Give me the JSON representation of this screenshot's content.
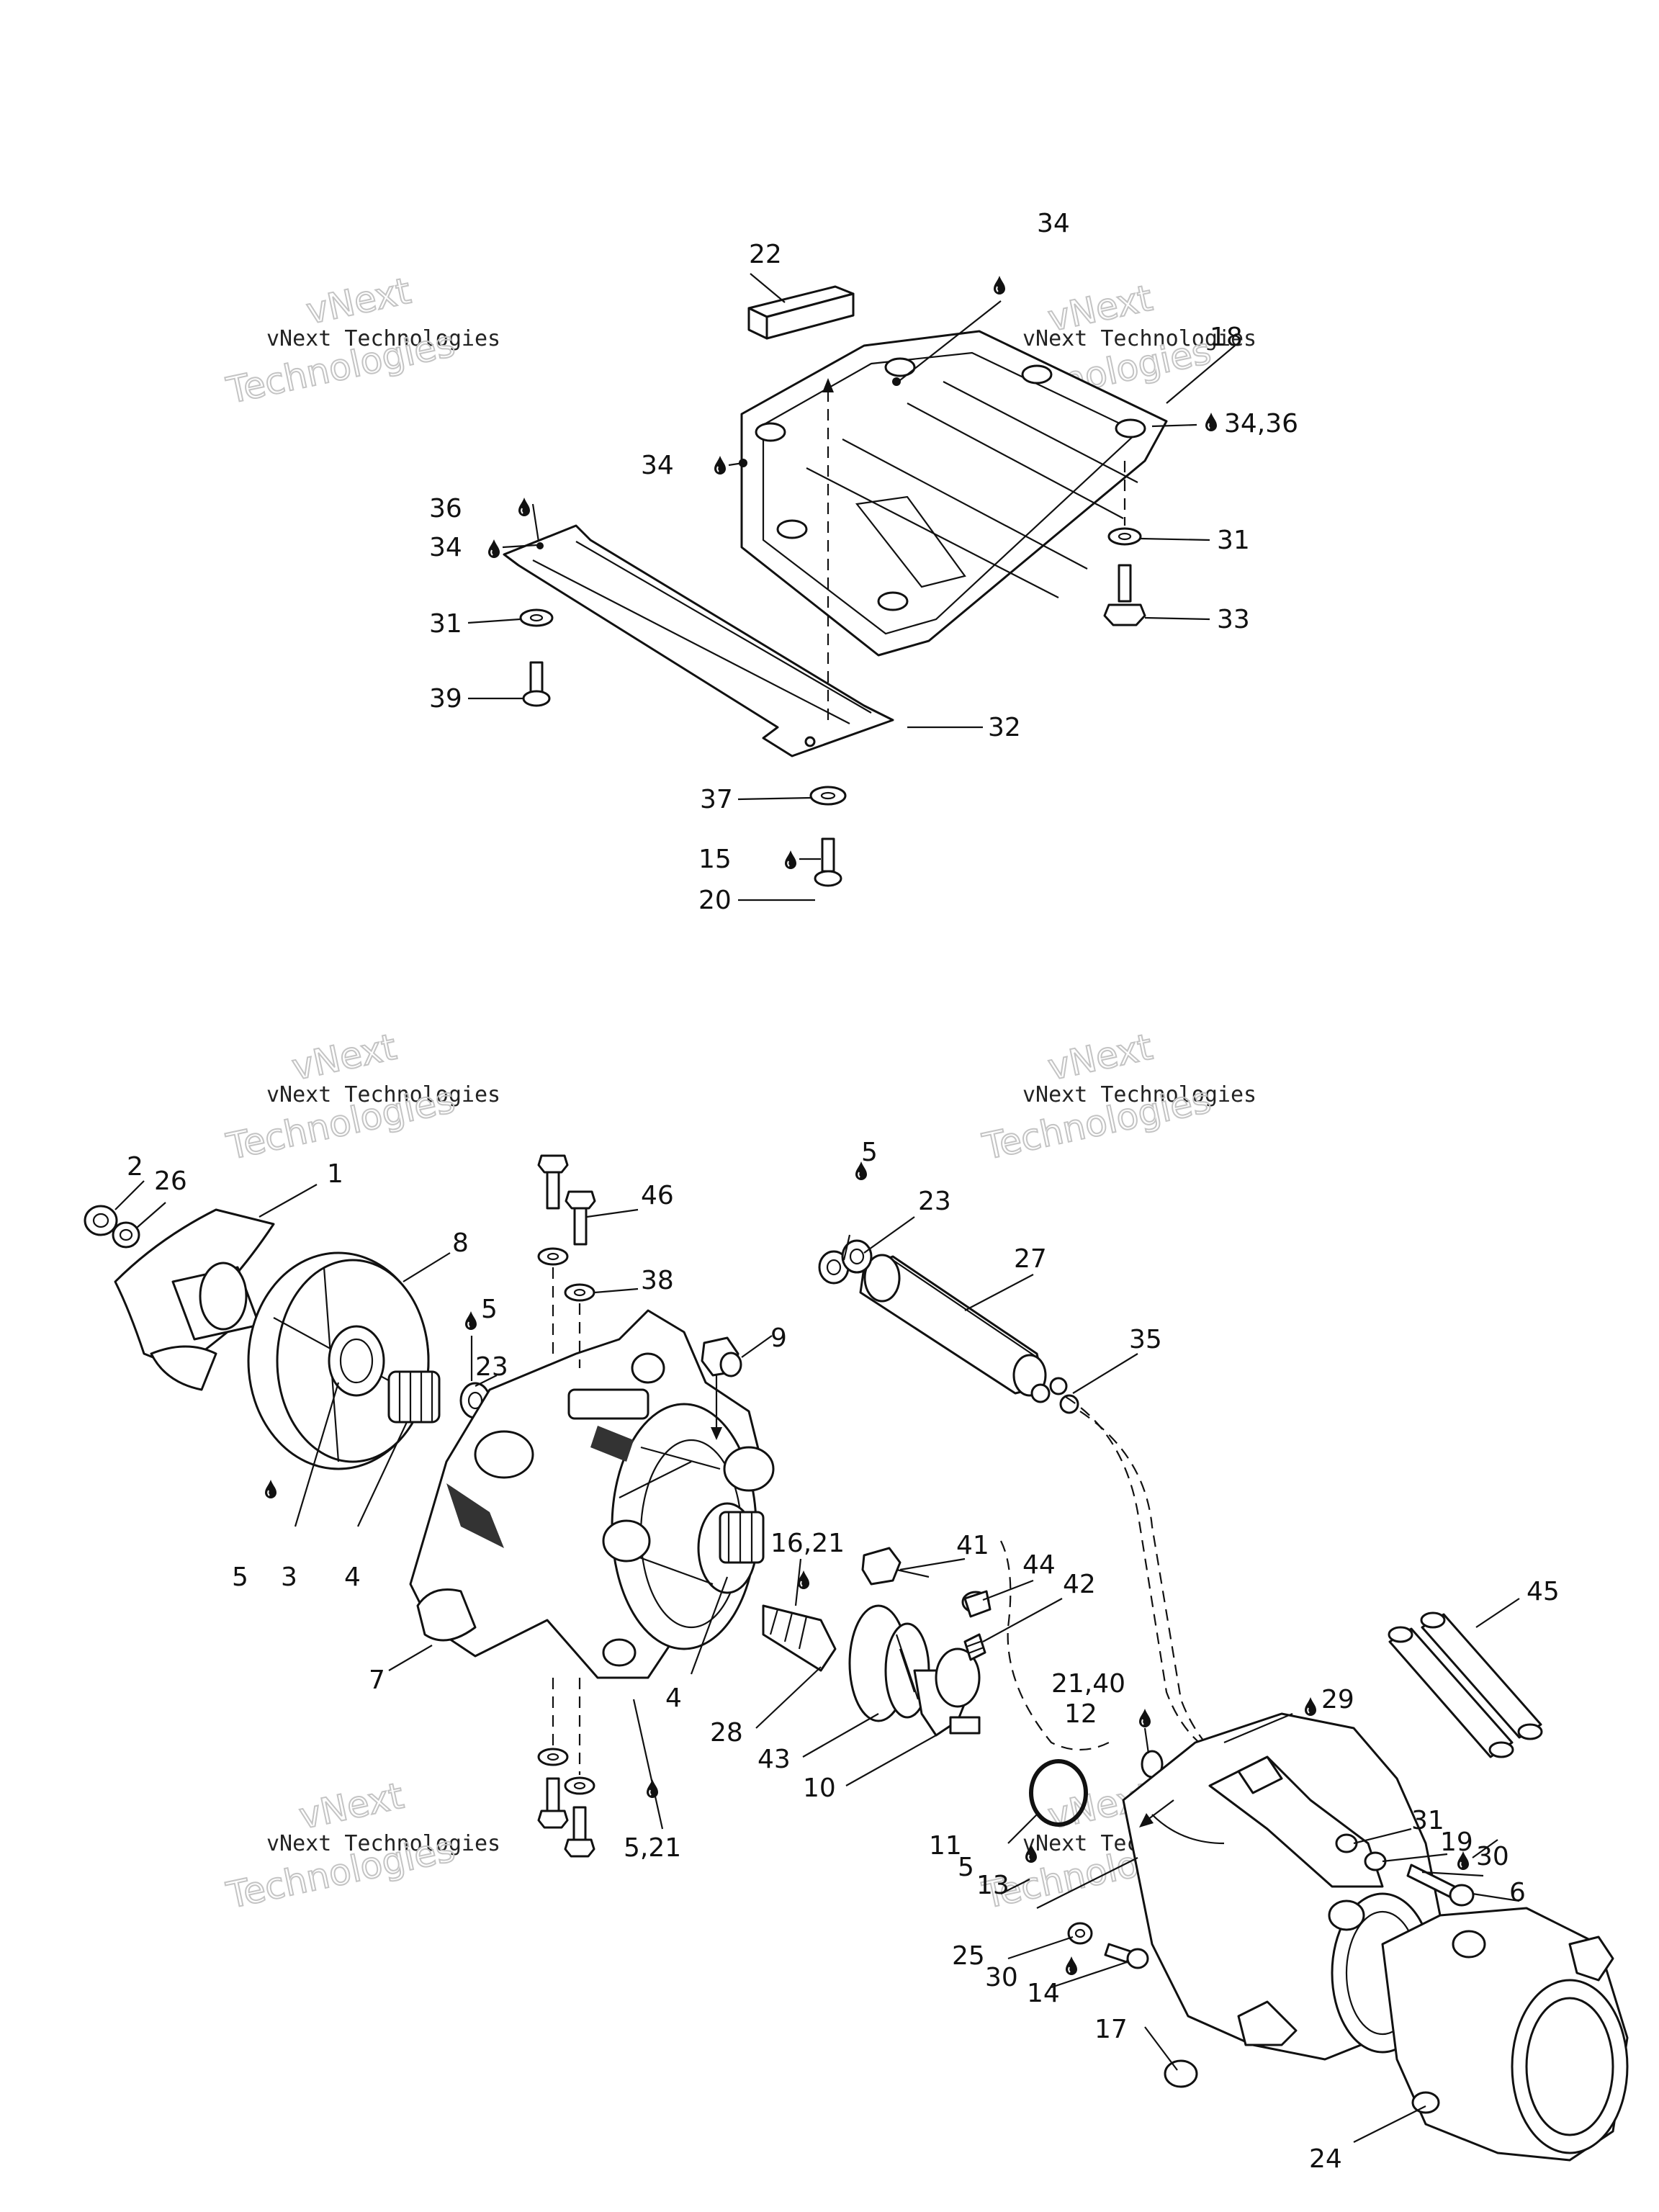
{
  "watermark": {
    "text_small": "vNext Technologies",
    "text_large_1": "vNext",
    "text_large_2": "Technologies"
  },
  "symbols": {
    "drop_icon": "drop-icon",
    "line_color": "#111111",
    "background": "#ffffff"
  },
  "labels": {
    "p1": "1",
    "p2": "2",
    "p3": "3",
    "p4a": "4",
    "p4b": "4",
    "p5a": "5",
    "p5b": "5",
    "p5c": "5",
    "p5d": "5",
    "p5_21": "5,21",
    "p6": "6",
    "p7": "7",
    "p8": "8",
    "p9": "9",
    "p10": "10",
    "p11": "11",
    "p12": "12",
    "p13": "13",
    "p14": "14",
    "p15": "15",
    "p16_21": "16,21",
    "p17": "17",
    "p18": "18",
    "p19": "19",
    "p20": "20",
    "p21_40": "21,40",
    "p22": "22",
    "p23a": "23",
    "p23b": "23",
    "p24": "24",
    "p25": "25",
    "p26": "26",
    "p27": "27",
    "p28": "28",
    "p29": "29",
    "p30a": "30",
    "p30b": "30",
    "p31a": "31",
    "p31b": "31",
    "p31c": "31",
    "p32": "32",
    "p33": "33",
    "p34a": "34",
    "p34b": "34",
    "p34c": "34",
    "p34_36": "34,36",
    "p35": "35",
    "p36": "36",
    "p37": "37",
    "p38": "38",
    "p39": "39",
    "p41": "41",
    "p42": "42",
    "p43": "43",
    "p44": "44",
    "p45": "45",
    "p46": "46"
  }
}
